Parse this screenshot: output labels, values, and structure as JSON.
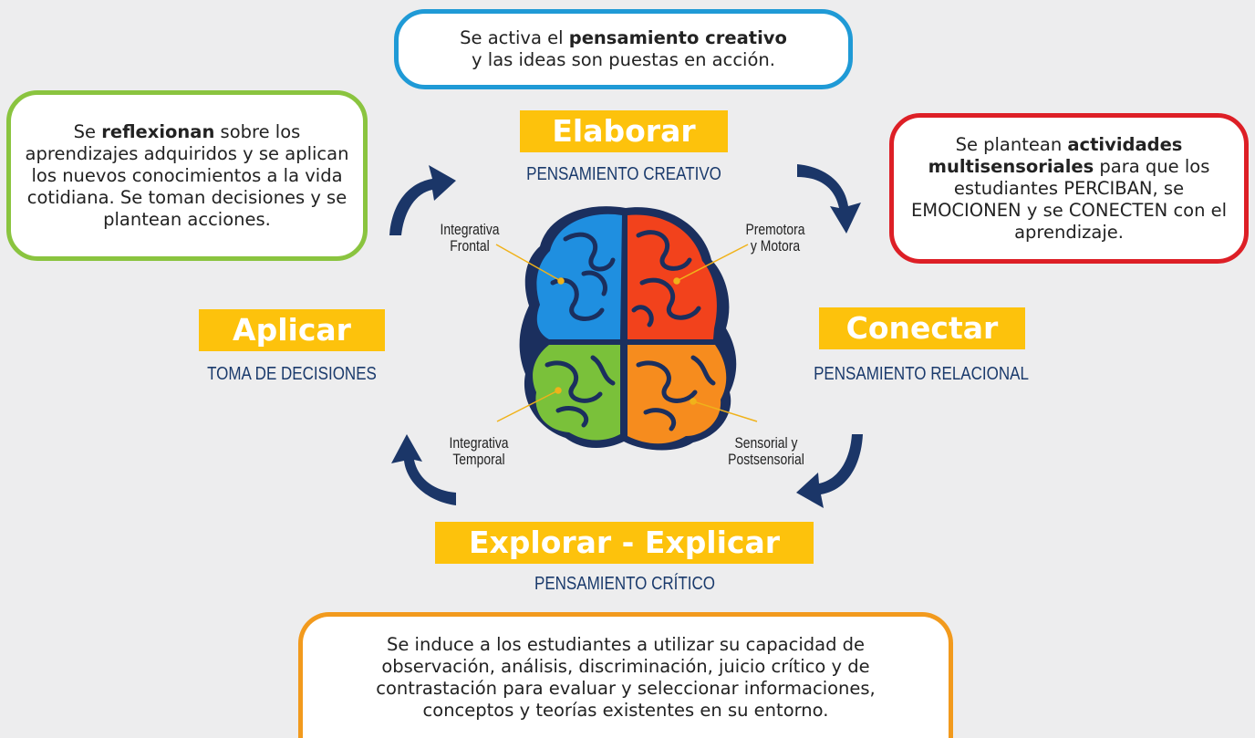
{
  "boxes": {
    "top": {
      "before": "Se activa el ",
      "bold": "pensamiento creativo",
      "after": "y las ideas son puestas en acción."
    },
    "left": {
      "before": "Se ",
      "bold": "reflexionan",
      "after": " sobre los aprendizajes adquiridos y se aplican los nuevos conocimientos a la vida cotidiana. Se toman decisiones y se plantean acciones."
    },
    "right": {
      "before": "Se plantean ",
      "bold": "actividades multisensoriales",
      "after": " para que los estudiantes PERCIBAN, se EMOCIONEN y se CONECTEN con el aprendizaje."
    },
    "bottom": {
      "text": "Se induce a los estudiantes a utilizar su capacidad de observación, análisis, discriminación, juicio crítico y de contrastación para evaluar y seleccionar informaciones, conceptos y teorías existentes en su entorno."
    }
  },
  "stages": {
    "elaborar": {
      "title": "Elaborar",
      "subtitle": "PENSAMIENTO CREATIVO"
    },
    "conectar": {
      "title": "Conectar",
      "subtitle": "PENSAMIENTO RELACIONAL"
    },
    "aplicar": {
      "title": "Aplicar",
      "subtitle": "TOMA DE DECISIONES"
    },
    "explorar": {
      "title": "Explorar - Explicar",
      "subtitle": "PENSAMIENTO CRÍTICO"
    }
  },
  "brain_zones": {
    "frontal": {
      "line1": "Integrativa",
      "line2": "Frontal"
    },
    "motora": {
      "line1": "Premotora",
      "line2": "y Motora"
    },
    "temporal": {
      "line1": "Integrativa",
      "line2": "Temporal"
    },
    "sensorial": {
      "line1": "Sensorial y",
      "line2": "Postsensorial"
    }
  },
  "colors": {
    "background": "#ededee",
    "stage_fill": "#fdc20c",
    "subtitle_text": "#1a3a6c",
    "arrow": "#1b3668",
    "box_top_border": "#1f9ad6",
    "box_left_border": "#8ac43f",
    "box_right_border": "#dd1f26",
    "box_bottom_border": "#f29a1d",
    "brain_frontal": "#1f8fe0",
    "brain_motora": "#f2421c",
    "brain_temporal": "#7ac13a",
    "brain_sensorial": "#f68c1e"
  }
}
